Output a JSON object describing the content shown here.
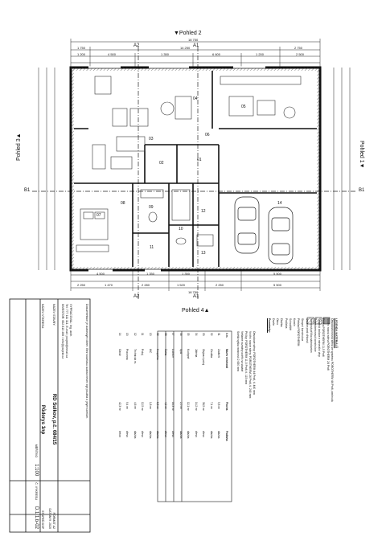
{
  "views": {
    "top": "▼Pohled 2",
    "right": "Pohled 1▼",
    "bottom": "Pohled 4▲",
    "left": "Pohled 3▲"
  },
  "sections": {
    "a_top": "A2",
    "a_top2": "A1",
    "a_bottom": "A2",
    "a_bottom2": "A1",
    "b_left": "B1",
    "b_right": "B1"
  },
  "dimensions": {
    "top_total": "18 750",
    "top_row1": [
      "1 750",
      "14 250",
      "2 750"
    ],
    "top_row2": [
      "1 200",
      "4 500",
      "1 350",
      "6 600",
      "1 200",
      "2 500"
    ],
    "bottom_total": "18 750",
    "bottom_row1": [
      "4 500",
      "1 350",
      "1 350",
      "5 500"
    ],
    "bottom_row2": [
      "2 250",
      "1 470",
      "2 280",
      "1 520",
      "2 250",
      "5 500"
    ]
  },
  "rooms": [
    "01",
    "02",
    "03",
    "04",
    "05",
    "06",
    "07",
    "08",
    "09",
    "10",
    "11",
    "12",
    "13",
    "14"
  ],
  "legend": {
    "title": "LEGENDA MATERIÁLŮ",
    "items": [
      "Obvodová nosná stěna ze systému POROTHERM 44 Profi, omítnutá",
      "Vnitřní nosná stěna POROTHERM 24 Profi",
      "Příčka POROTHERM 11,5 Profi",
      "Tepelná izolace z minerální vlny",
      "Železobetonová konstrukce",
      "Nenosná příčka sádrokarton",
      "Izolace proti vlhkosti",
      "Stropní konstrukce",
      "Překlad POROTHERM",
      "Komín",
      "Schodiště",
      "Podlaha",
      "Dlažba",
      "Okno",
      "Dveře"
    ],
    "footer": "Poznámky:"
  },
  "notes": {
    "lines": [
      "Obvodové stěny: POROTHERM 44 Profi, tl. 440 mm",
      "Vnitřní nosné stěny: POROTHERM 24 Profi, tl. 240 mm",
      "Příčky: POROTHERM 11,5 Profi, tl. 115 mm",
      "Veškeré rozměry ověřit na stavbě",
      "Světlá výška místností 2 650 mm"
    ]
  },
  "rooms_table": {
    "headers": [
      "č.m.",
      "Název místnosti",
      "Plocha",
      "Podlaha"
    ],
    "rows": [
      [
        "01",
        "Zádveří",
        "5,8 m²",
        "dlažba"
      ],
      [
        "02",
        "Chodba",
        "7,4 m²",
        "dlažba"
      ],
      [
        "03",
        "Obývací pokoj",
        "38,5 m²",
        "dřevo"
      ],
      [
        "04",
        "Jídelna",
        "14,2 m²",
        "dřevo"
      ],
      [
        "05",
        "Kuchyně",
        "12,1 m²",
        "dlažba"
      ],
      [
        "06",
        "Spíž",
        "2,5 m²",
        "dlažba"
      ],
      [
        "07",
        "Ložnice",
        "16,3 m²",
        "dřevo"
      ],
      [
        "08",
        "Šatna",
        "4,2 m²",
        "dřevo"
      ],
      [
        "09",
        "Koupelna",
        "6,8 m²",
        "dlažba"
      ],
      [
        "10",
        "WC",
        "1,8 m²",
        "dlažba"
      ],
      [
        "11",
        "Pokoj",
        "12,5 m²",
        "dřevo"
      ],
      [
        "12",
        "Technická m.",
        "4,6 m²",
        "dlažba"
      ],
      [
        "13",
        "Pracovna",
        "9,4 m²",
        "dřevo"
      ],
      [
        "14",
        "Garáž",
        "42,3 m²",
        "beton"
      ]
    ]
  },
  "title_block": {
    "stamp_text": "Dokumentace je autorským dílem. Bez souhlasu autora nesmí být použita k jiným účelům.",
    "designer_label": "VYPRACOVAL:",
    "designer": "Ing. arch.",
    "address": "Tel: 777 111 111, E-mail: projekt@email.cz",
    "investor_label": "INVESTOR:",
    "investor": "602 813 466 / info@projekt.cz",
    "project_label": "NÁZEV STAVBY:",
    "project": "RD Sulkov, p.č. 684/15",
    "drawing_label": "NÁZEV VÝKRESU:",
    "drawing": "Půdorys 1np",
    "format_label": "FORMÁT",
    "format": "A2",
    "date_label": "DATUM",
    "date": "9. 2020",
    "stage_label": "STUPEŇ",
    "stage": "DSP",
    "scale_label": "MĚŘÍTKO",
    "scale": "1:100",
    "number_label": "Č. VÝKRESU",
    "number": "D.1.1.b-02"
  }
}
